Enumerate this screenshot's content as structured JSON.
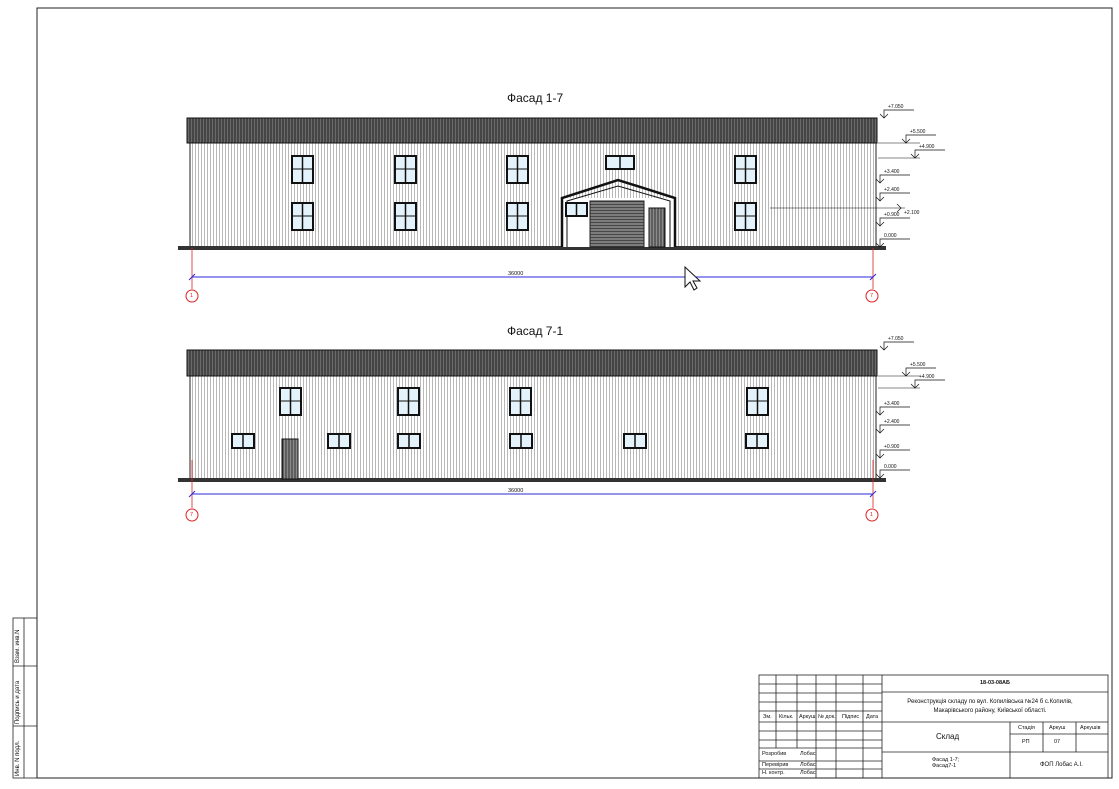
{
  "facade1": {
    "title": "Фасад 1-7",
    "dimension": "36000",
    "axis_left": "1",
    "axis_right": "7",
    "levels": [
      "+7.050",
      "+5.500",
      "+4.900",
      "+3.400",
      "+2.400",
      "+0.900",
      "0.000"
    ],
    "extra_level": "+2.100"
  },
  "facade2": {
    "title": "Фасад 7-1",
    "dimension": "36000",
    "axis_left": "7",
    "axis_right": "1",
    "levels": [
      "+7.050",
      "+5.500",
      "+4.900",
      "+3.400",
      "+2.400",
      "+0.900",
      "0.000"
    ]
  },
  "stamp": {
    "code": "18-03-08АБ",
    "project": "Реконструкція складу по вул. Копилівська №24 б с.Копилів, Макарівського району, Київської області.",
    "object": "Склад",
    "sheet_title": "Фасад 1-7; Фасад7-1",
    "company": "ФОП Лобас А.І.",
    "col_headers": [
      "Зм.",
      "Кільк.",
      "Аркуш",
      "№ док.",
      "Підпис",
      "Дата"
    ],
    "roles": [
      "Розробив",
      "Перевірив",
      "Н. контр."
    ],
    "names": [
      "Лобас",
      "Лобас",
      "Лобас"
    ],
    "stage_label": "Стадія",
    "sheet_label": "Аркуш",
    "sheets_label": "Аркушів",
    "stage": "РП",
    "sheet": "07"
  },
  "side_stamp": {
    "labels": [
      "Взам. инв.N",
      "Подпись и дата",
      "Инв. N подл."
    ]
  }
}
